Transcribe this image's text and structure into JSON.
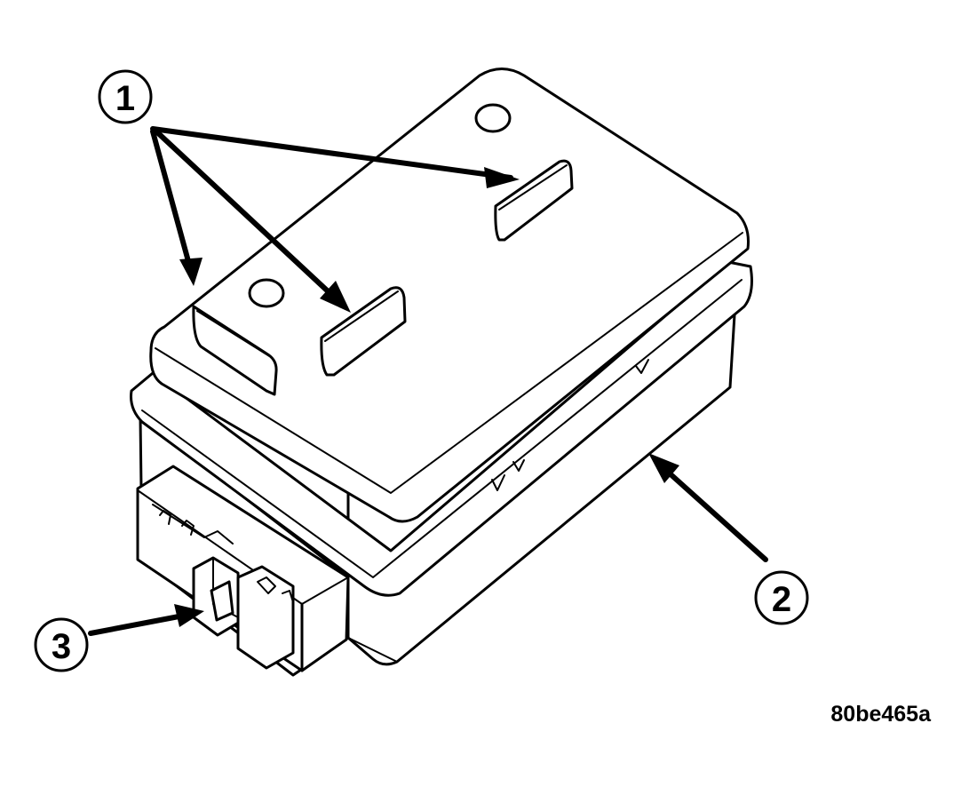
{
  "callouts": [
    {
      "id": "1",
      "label": "1"
    },
    {
      "id": "2",
      "label": "2"
    },
    {
      "id": "3",
      "label": "3"
    }
  ],
  "reference_code": "80be465a"
}
